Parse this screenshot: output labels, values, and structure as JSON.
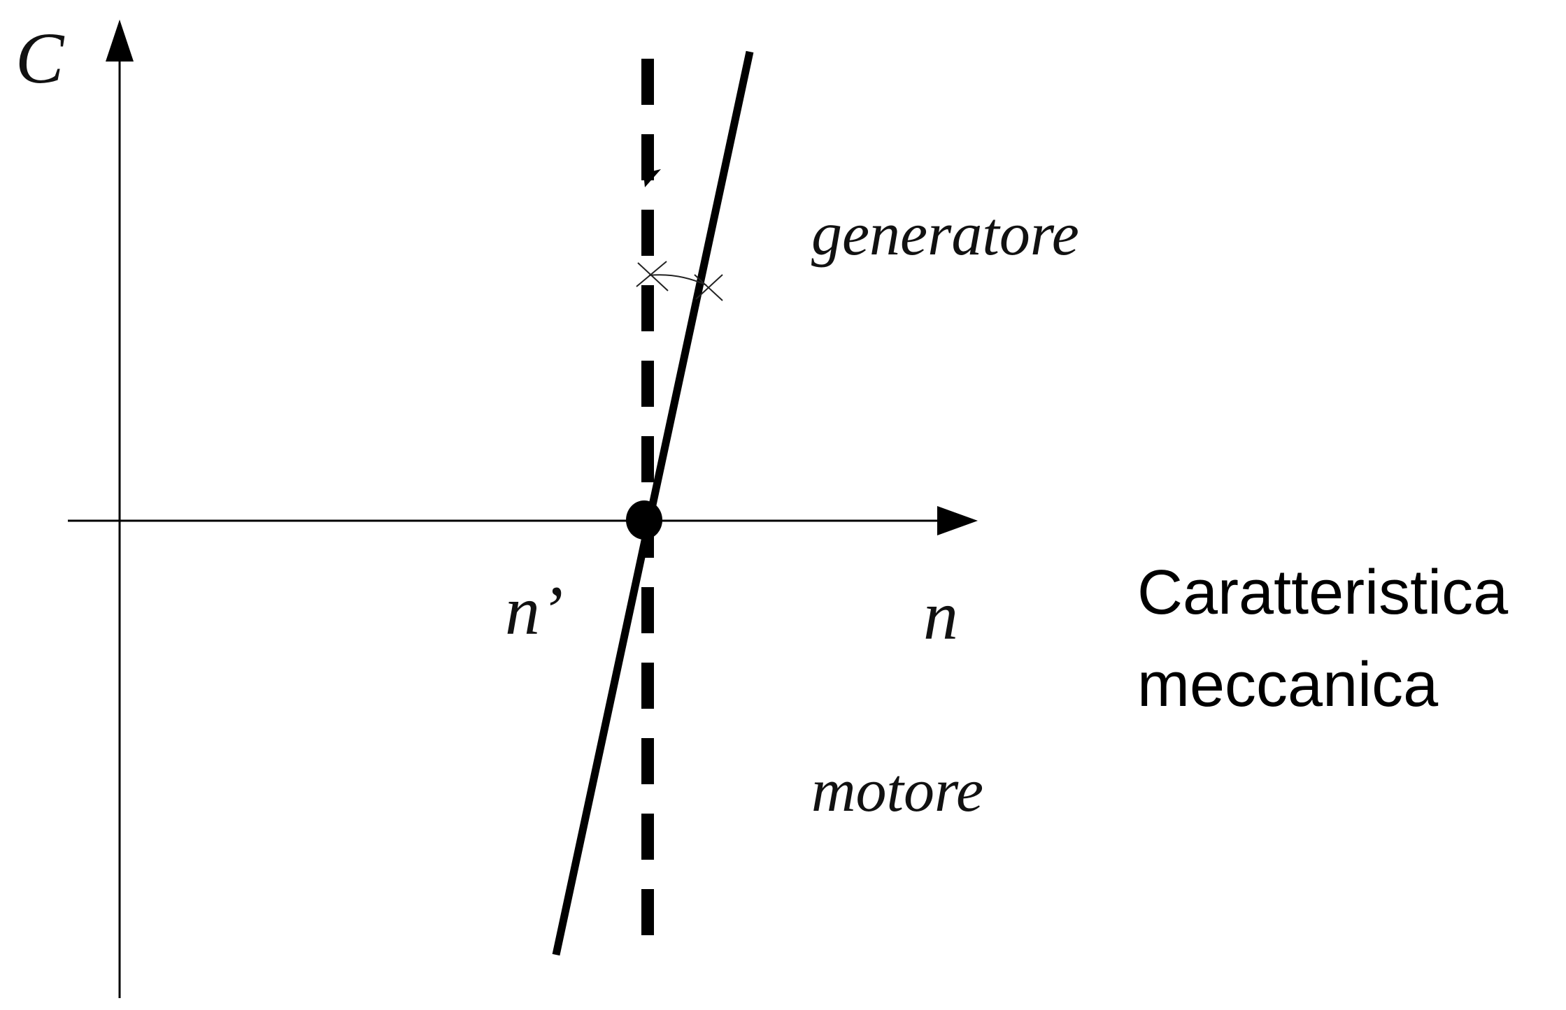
{
  "diagram": {
    "y_axis_label": "C",
    "x_axis_label": "n",
    "point_label": "n’",
    "region_upper": "generatore",
    "region_lower": "motore",
    "caption_line1": "Caratteristica",
    "caption_line2": "meccanica"
  },
  "colors": {
    "line": "#000000",
    "background": "#ffffff"
  }
}
